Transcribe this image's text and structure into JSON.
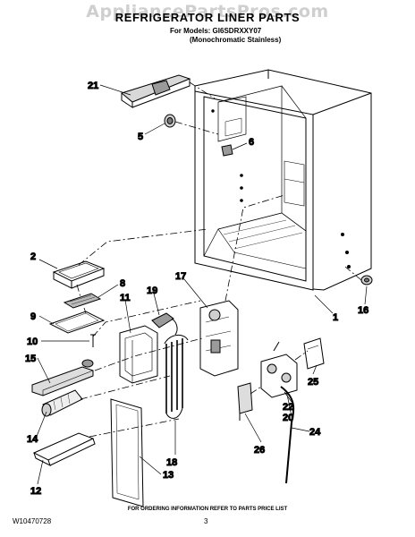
{
  "watermark": "AppliancePartsPros.com",
  "header": {
    "title": "REFRIGERATOR LINER PARTS",
    "models_line": "For Models: GI6SDRXXY07",
    "variant_line": "(Monochromatic Stainless)"
  },
  "callouts": [
    {
      "id": "21",
      "label": "21"
    },
    {
      "id": "5",
      "label": "5"
    },
    {
      "id": "6",
      "label": "6"
    },
    {
      "id": "2",
      "label": "2"
    },
    {
      "id": "8",
      "label": "8"
    },
    {
      "id": "9",
      "label": "9"
    },
    {
      "id": "10",
      "label": "10"
    },
    {
      "id": "11",
      "label": "11"
    },
    {
      "id": "19",
      "label": "19"
    },
    {
      "id": "17",
      "label": "17"
    },
    {
      "id": "1",
      "label": "1"
    },
    {
      "id": "16",
      "label": "16"
    },
    {
      "id": "15",
      "label": "15"
    },
    {
      "id": "14",
      "label": "14"
    },
    {
      "id": "12",
      "label": "12"
    },
    {
      "id": "13",
      "label": "13"
    },
    {
      "id": "18",
      "label": "18"
    },
    {
      "id": "25",
      "label": "25"
    },
    {
      "id": "22",
      "label": "22"
    },
    {
      "id": "20",
      "label": "20"
    },
    {
      "id": "24",
      "label": "24"
    },
    {
      "id": "26",
      "label": "26"
    }
  ],
  "footer": {
    "ordering_note": "FOR ORDERING INFORMATION REFER TO PARTS PRICE LIST",
    "doc_number": "W10470728",
    "page_number": "3"
  },
  "colors": {
    "line": "#000000",
    "shade": "#9a9a9a",
    "watermark": "#cfcfcf",
    "background": "#ffffff"
  }
}
